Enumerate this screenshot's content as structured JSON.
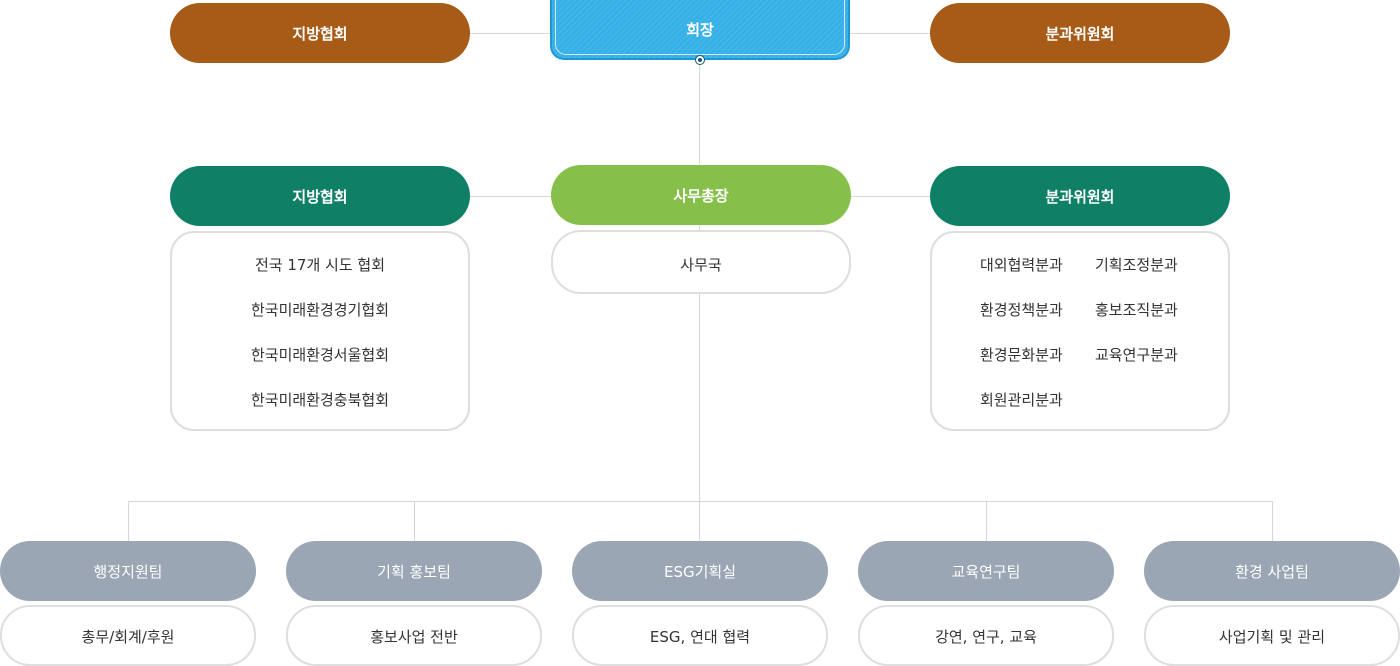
{
  "top": {
    "left": "지방협회",
    "chair": "회장",
    "right": "분과위원회"
  },
  "middle": {
    "left": "지방협회",
    "center": "사무총장",
    "right": "분과위원회"
  },
  "left_box": {
    "items": [
      "전국 17개 시도 협회",
      "한국미래환경경기협회",
      "한국미래환경서울협회",
      "한국미래환경충북협회"
    ]
  },
  "center_box": {
    "label": "사무국"
  },
  "right_box": {
    "items": [
      "대외협력분과",
      "기획조정분과",
      "환경정책분과",
      "홍보조직분과",
      "환경문화분과",
      "교육연구분과",
      "회원관리분과"
    ]
  },
  "teams": [
    {
      "name": "행정지원팀",
      "desc": "총무/회계/후원"
    },
    {
      "name": "기획 홍보팀",
      "desc": "홍보사업 전반"
    },
    {
      "name": "ESG기획실",
      "desc": "ESG, 연대 협력"
    },
    {
      "name": "교육연구팀",
      "desc": "강연, 연구, 교육"
    },
    {
      "name": "환경 사업팀",
      "desc": "사업기획 및 관리"
    }
  ],
  "colors": {
    "brown": "#a85a17",
    "green": "#0f7f66",
    "lime": "#86c04b",
    "chair_blue": "#36b0e6",
    "team_gray": "#9aa6b3"
  }
}
